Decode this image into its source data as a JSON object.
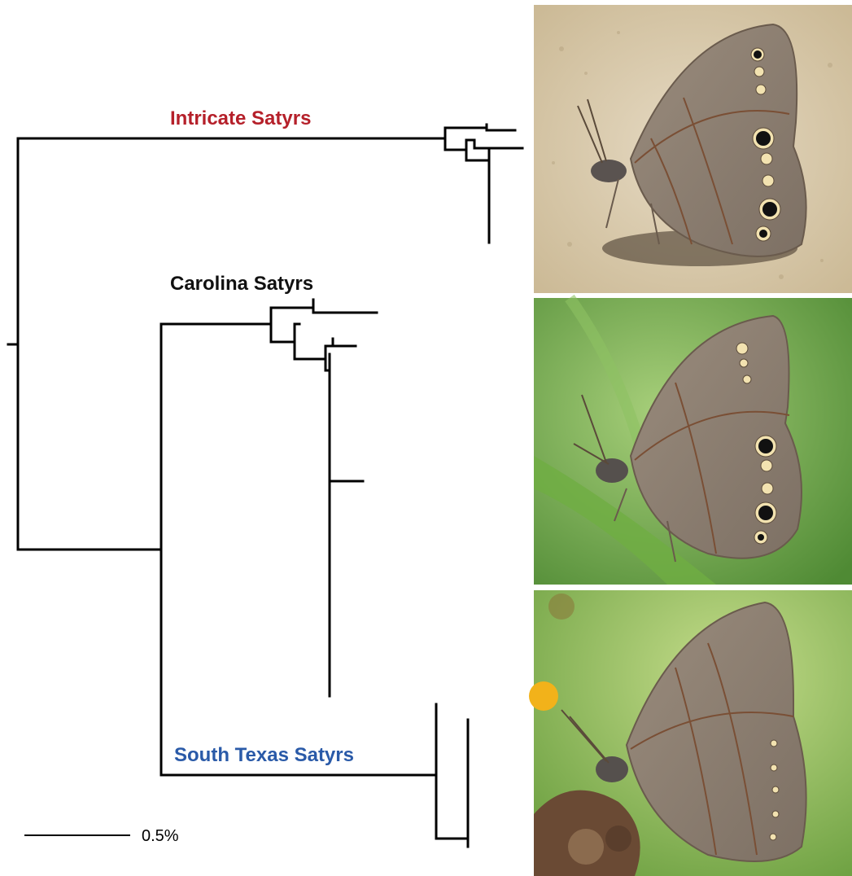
{
  "clades": [
    {
      "key": "intricate",
      "label": "Intricate Satyrs",
      "color": "#b5202a"
    },
    {
      "key": "carolina",
      "label": "Carolina Satyrs",
      "color": "#111111"
    },
    {
      "key": "south_texas",
      "label": "South Texas Satyrs",
      "color": "#2a5aa8"
    }
  ],
  "scale_bar": {
    "label": "0.5%"
  },
  "photos": [
    {
      "name": "intricate-satyr-photo",
      "background": "sandy ground",
      "colors": {
        "bg": "#d8c9ad",
        "wing": "#8a7d6f"
      }
    },
    {
      "name": "carolina-satyr-photo",
      "background": "green foliage",
      "colors": {
        "bg": "#7fb25a",
        "wing": "#8c7e70"
      }
    },
    {
      "name": "south-texas-satyr-photo",
      "background": "green foliage",
      "colors": {
        "bg": "#9cc45e",
        "wing": "#8b7f72"
      }
    }
  ]
}
